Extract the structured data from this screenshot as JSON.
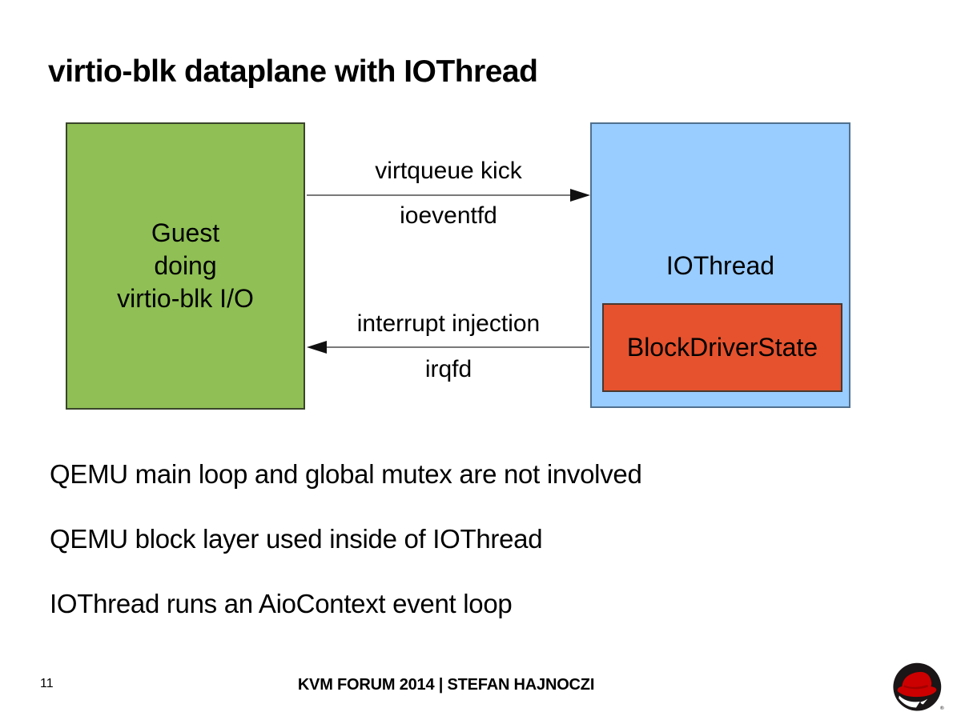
{
  "slide": {
    "title": "virtio-blk dataplane with IOThread",
    "page_number": "11",
    "footer": "KVM FORUM 2014 | STEFAN HAJNOCZI"
  },
  "diagram": {
    "guest_box": {
      "lines": [
        "Guest",
        "doing",
        "virtio-blk I/O"
      ]
    },
    "iothread_box": {
      "label": "IOThread"
    },
    "bds_box": {
      "label": "BlockDriverState"
    },
    "kick_arrow": {
      "direction": "left-to-right",
      "label_top": "virtqueue kick",
      "label_bottom": "ioeventfd"
    },
    "irq_arrow": {
      "direction": "right-to-left",
      "label_top": "interrupt injection",
      "label_bottom": "irqfd"
    }
  },
  "bullets": [
    "QEMU main loop and global mutex are not involved",
    "QEMU block layer used inside of IOThread",
    "IOThread runs an AioContext event loop"
  ],
  "colors": {
    "guest_box_fill": "#8fbf55",
    "iothread_box_fill": "#99ccff",
    "bds_box_fill": "#e5522d",
    "arrow_line": "#4d4d4d",
    "redhat_red": "#cc0000",
    "logo_dark": "#1a1516"
  }
}
